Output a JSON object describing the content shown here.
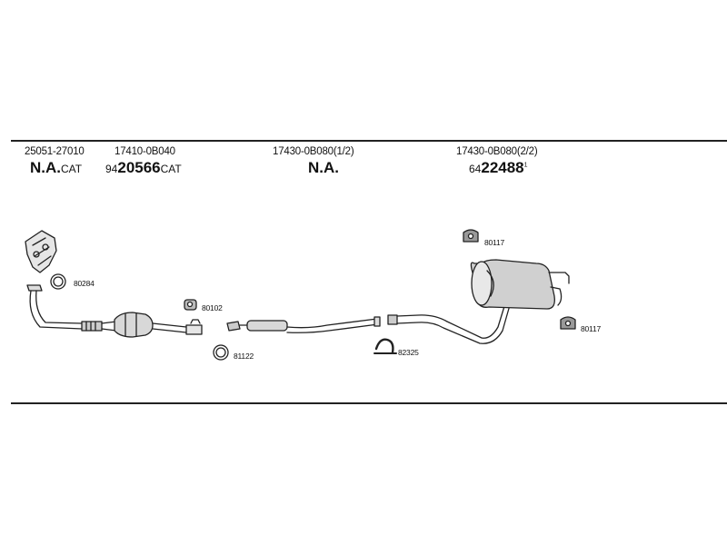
{
  "groups": [
    {
      "part": "25051-27010",
      "prefix": "",
      "code": "N.A.",
      "suffix": "CAT"
    },
    {
      "part": "17410-0B040",
      "prefix": "94",
      "code": "20566",
      "suffix": "CAT"
    },
    {
      "part": "17430-0B080(1/2)",
      "prefix": "",
      "code": "N.A.",
      "suffix": ""
    },
    {
      "part": "17430-0B080(2/2)",
      "prefix": "64",
      "code": "22488",
      "suffix": "1"
    }
  ],
  "callouts": {
    "ring_a": "80284",
    "mount_a": "80102",
    "ring_b": "81122",
    "clamp": "82325",
    "hanger_top": "80117",
    "hanger_right": "80117"
  }
}
